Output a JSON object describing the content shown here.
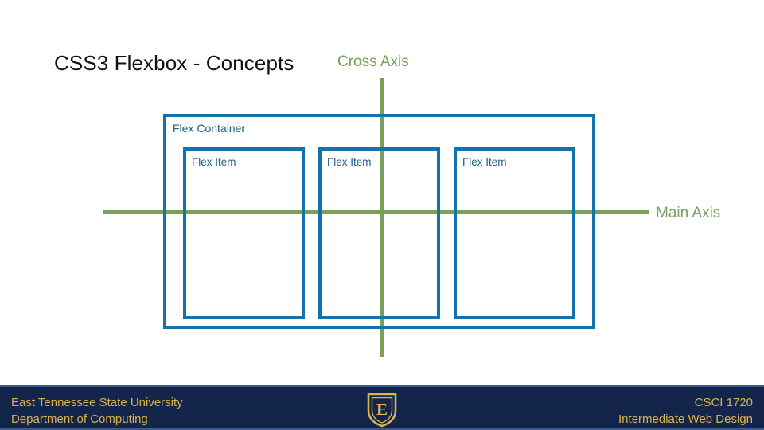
{
  "slide": {
    "title": "CSS3 Flexbox - Concepts",
    "background_color": "#FFFFFF"
  },
  "colors": {
    "flex_blue": "#1472AD",
    "label_blue": "#1F5C86",
    "axis_green": "#77A159",
    "footer_navy": "#14254C",
    "footer_gold": "#D9B44A",
    "title_black": "#111111"
  },
  "diagram": {
    "container_label": "Flex Container",
    "items": [
      {
        "label": "Flex Item"
      },
      {
        "label": "Flex Item"
      },
      {
        "label": "Flex Item"
      }
    ],
    "axes": {
      "cross_axis_label": "Cross Axis",
      "main_axis_label": "Main Axis"
    }
  },
  "footer": {
    "left_line1": "East Tennessee State University",
    "left_line2": "Department of Computing",
    "right_line1": "CSCI 1720",
    "right_line2": "Intermediate Web Design",
    "logo_letter": "E"
  }
}
